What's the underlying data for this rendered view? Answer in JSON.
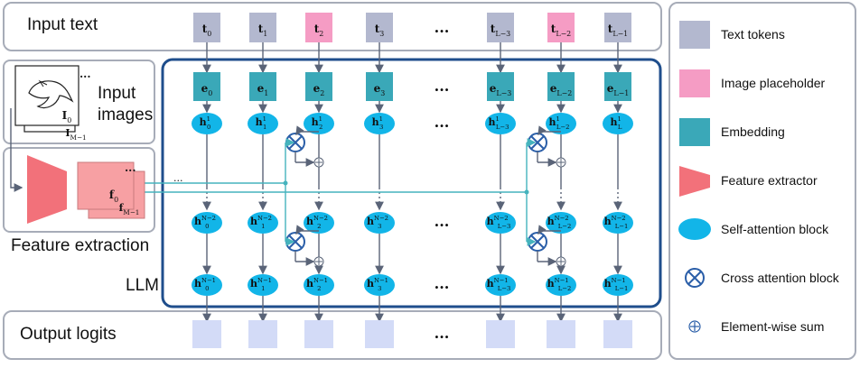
{
  "labels": {
    "input_text": "Input text",
    "input_images": "Input images",
    "feature_extraction": "Feature extraction",
    "llm": "LLM",
    "output_logits": "Output logits",
    "ellipsis": "...",
    "inner_dots": "..."
  },
  "image_labels": {
    "front_main": "I",
    "front_sub": "0",
    "back_main": "I",
    "back_sub": "M−1",
    "feat_front_main": "f",
    "feat_front_sub": "0",
    "feat_back_main": "f",
    "feat_back_sub": "M−1"
  },
  "columns": [
    {
      "token": "t",
      "sub": "0",
      "emb": "e",
      "esub": "0",
      "h1_sub": "0",
      "h1_sup": "1",
      "hN2_sub": "0",
      "hN2_sup": "N−2",
      "hN1_sub": "0",
      "hN1_sup": "N−1",
      "placeholder": false
    },
    {
      "token": "t",
      "sub": "1",
      "emb": "e",
      "esub": "1",
      "h1_sub": "1",
      "h1_sup": "1",
      "hN2_sub": "1",
      "hN2_sup": "N−2",
      "hN1_sub": "1",
      "hN1_sup": "N−1",
      "placeholder": false
    },
    {
      "token": "t",
      "sub": "2",
      "emb": "e",
      "esub": "2",
      "h1_sub": "2",
      "h1_sup": "1",
      "hN2_sub": "2",
      "hN2_sup": "N−2",
      "hN1_sub": "2",
      "hN1_sup": "N−1",
      "placeholder": true
    },
    {
      "token": "t",
      "sub": "3",
      "emb": "e",
      "esub": "3",
      "h1_sub": "3",
      "h1_sup": "1",
      "hN2_sub": "3",
      "hN2_sup": "N−2",
      "hN1_sub": "3",
      "hN1_sup": "N−1",
      "placeholder": false
    },
    {
      "token": "t",
      "sub": "L−3",
      "emb": "e",
      "esub": "L−3",
      "h1_sub": "L−3",
      "h1_sup": "1",
      "hN2_sub": "L−3",
      "hN2_sup": "N−2",
      "hN1_sub": "L−3",
      "hN1_sup": "N−1",
      "placeholder": false
    },
    {
      "token": "t",
      "sub": "L−2",
      "emb": "e",
      "esub": "L−2",
      "h1_sub": "L−2",
      "h1_sup": "1",
      "hN2_sub": "L−2",
      "hN2_sup": "N−2",
      "hN1_sub": "L−2",
      "hN1_sup": "N−1",
      "placeholder": true
    },
    {
      "token": "t",
      "sub": "L−1",
      "emb": "e",
      "esub": "L−1",
      "h1_sub": "L",
      "h1_sup": "1",
      "hN2_sub": "L−1",
      "hN2_sup": "N−2",
      "hN1_sub": "L−1",
      "hN1_sup": "N−1",
      "placeholder": false
    }
  ],
  "legend": [
    {
      "shape": "text-token",
      "label": "Text tokens"
    },
    {
      "shape": "image-placeholder",
      "label": "Image placeholder"
    },
    {
      "shape": "embedding",
      "label": "Embedding"
    },
    {
      "shape": "feature-extractor",
      "label": "Feature extractor"
    },
    {
      "shape": "self-attention",
      "label": "Self-attention block"
    },
    {
      "shape": "cross-attention",
      "label": "Cross attention block"
    },
    {
      "shape": "element-sum",
      "label": "Element-wise sum"
    }
  ],
  "colors": {
    "text_token": "#b3b8cf",
    "image_placeholder": "#f59cc4",
    "embedding": "#3aa8b8",
    "feature_extractor": "#f2717a",
    "feature_map": "#f7a0a3",
    "self_attention": "#12b5e8",
    "cross_attention_stroke": "#2a5ea8",
    "output_logit": "#d3dbf7",
    "llm_border": "#1f4e8c",
    "arrow": "#5a6478",
    "cross_line": "#45b3bd",
    "panel_border": "#a7acb8"
  }
}
